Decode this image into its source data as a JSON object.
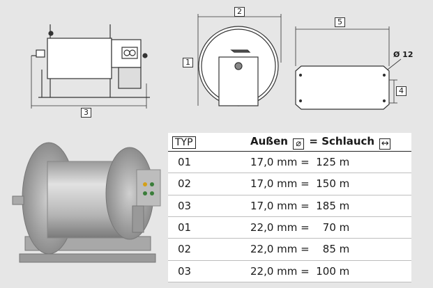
{
  "drawing": {
    "dim_labels": [
      "1",
      "2",
      "3",
      "4",
      "5"
    ],
    "hole_label": "Ø 12"
  },
  "table": {
    "header": {
      "typ": "TYP",
      "aussen": "Außen",
      "diameter_symbol": "⌀",
      "equals": "=",
      "schlauch": "Schlauch",
      "length_symbol": "↔"
    },
    "rows": [
      {
        "typ": "01",
        "spec": "17,0 mm =  125 m"
      },
      {
        "typ": "02",
        "spec": "17,0 mm =  150 m"
      },
      {
        "typ": "03",
        "spec": "17,0 mm =  185 m"
      },
      {
        "typ": "01",
        "spec": "22,0 mm =    70 m"
      },
      {
        "typ": "02",
        "spec": "22,0 mm =    85 m"
      },
      {
        "typ": "03",
        "spec": "22,0 mm =  100 m"
      }
    ]
  }
}
